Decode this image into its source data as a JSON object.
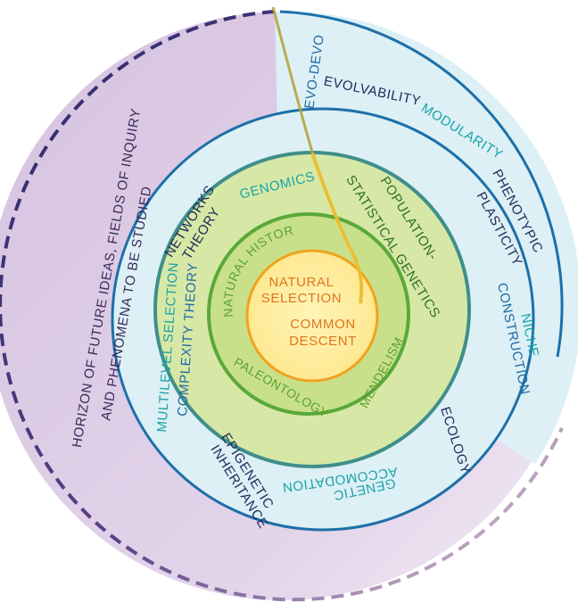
{
  "core": {
    "natural_selection_line1": "NATURAL",
    "natural_selection_line2": "SELECTION",
    "common_descent_line1": "COMMON",
    "common_descent_line2": "DESCENT"
  },
  "middle_ring": {
    "natural_history": "NATURAL HISTORY",
    "paleontology": "PALEONTOLOGY",
    "mendelism": "MENDELISM",
    "population_line1": "POPULATION-",
    "population_line2": "STATISTICAL GENETICS"
  },
  "outer_ring": {
    "genomics": "GENOMICS",
    "networks_line1": "NETWORKS",
    "networks_line2": "THEORY",
    "multilevel_line1": "MULTILEVEL SELECTION",
    "multilevel_line2": "COMPLEXITY THEORY",
    "epigenetic_line1": "EPIGENETIC",
    "epigenetic_line2": "INHERITANCE",
    "genetic_accommodation_line1": "GENETIC",
    "genetic_accommodation_line2": "ACCOMODATION",
    "ecology": "ECOLOGY",
    "niche_line1": "NICHE",
    "niche_line2": "CONSTRUCTION",
    "phenotypic_line1": "PHENOTYPIC",
    "phenotypic_line2": "PLASTICITY",
    "modularity": "MODULARITY",
    "evolvability": "EVOLVABILITY",
    "evo_devo": "EVO-DEVO"
  },
  "horizon": {
    "line1": "HORIZON OF FUTURE IDEAS, FIELDS OF INQUIRY",
    "line2": "AND PHENOMENA TO BE STUDIED"
  },
  "colors": {
    "purple_fill": "#dccbe4",
    "blue_fill": "#dcf0f5",
    "blue_ring": "#1d6fa8",
    "green_ring_fill": "#d7e8a6",
    "teal_ring": "#3f8f8b",
    "green_ring": "#5aa83a",
    "core_fill": "#fde68a",
    "core_ring": "#f1a21c",
    "dark_navy": "#1f2a5a",
    "teal_text": "#1ba3a8",
    "blue_text": "#1f6aa5",
    "green_text": "#5aa22e",
    "orange_text": "#e0751c"
  }
}
